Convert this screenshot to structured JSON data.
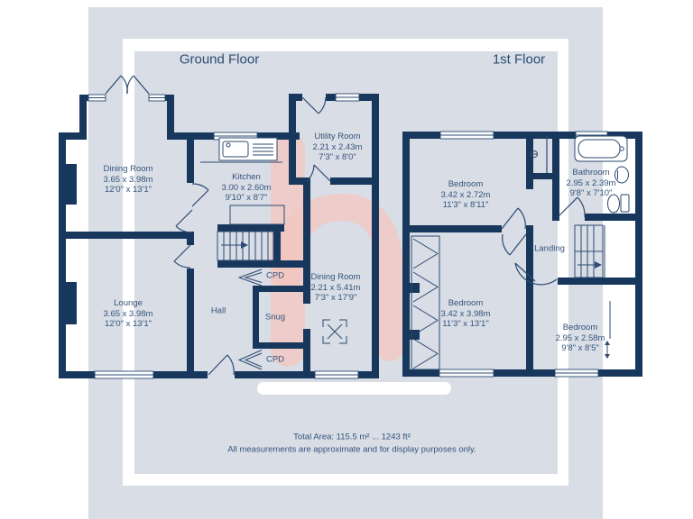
{
  "colors": {
    "wall": "#17375c",
    "line": "#2d4a70",
    "text": "#35547a",
    "panel": "#d8dde6",
    "watermark_pink": "#f6c4bd"
  },
  "watermark": {
    "letter": "h"
  },
  "ground_floor": {
    "title": "Ground Floor",
    "rooms": {
      "dining_room_front": {
        "name": "Dining Room",
        "metric": "3.65 x 3.98m",
        "imperial": "12'0\" x 13'1\""
      },
      "lounge": {
        "name": "Lounge",
        "metric": "3.65 x 3.98m",
        "imperial": "12'0\" x 13'1\""
      },
      "kitchen": {
        "name": "Kitchen",
        "metric": "3.00 x 2.60m",
        "imperial": "9'10\" x 8'7\""
      },
      "utility_room": {
        "name": "Utility Room",
        "metric": "2.21 x 2.43m",
        "imperial": "7'3\" x 8'0\""
      },
      "dining_room_rear": {
        "name": "Dining Room",
        "metric": "2.21 x 5.41m",
        "imperial": "7'3\" x 17'9\""
      },
      "hall": {
        "name": "Hall"
      },
      "snug": {
        "name": "Snug"
      },
      "cpd_upper": {
        "name": "CPD"
      },
      "cpd_lower": {
        "name": "CPD"
      }
    }
  },
  "first_floor": {
    "title": "1st Floor",
    "rooms": {
      "bedroom_front": {
        "name": "Bedroom",
        "metric": "3.42 x 2.72m",
        "imperial": "11'3\" x 8'11\""
      },
      "bathroom": {
        "name": "Bathroom",
        "metric": "2.95 x 2.39m",
        "imperial": "9'8\" x 7'10\""
      },
      "landing": {
        "name": "Landing"
      },
      "bedroom_rear": {
        "name": "Bedroom",
        "metric": "3.42 x 3.98m",
        "imperial": "11'3\" x 13'1\""
      },
      "bedroom_small": {
        "name": "Bedroom",
        "metric": "2.95 x 2.58m",
        "imperial": "9'8\" x 8'5\""
      }
    }
  },
  "footer": {
    "total_area": "Total Area: 115.5 m² ... 1243 ft²",
    "disclaimer": "All measurements are approximate and for display purposes only."
  }
}
